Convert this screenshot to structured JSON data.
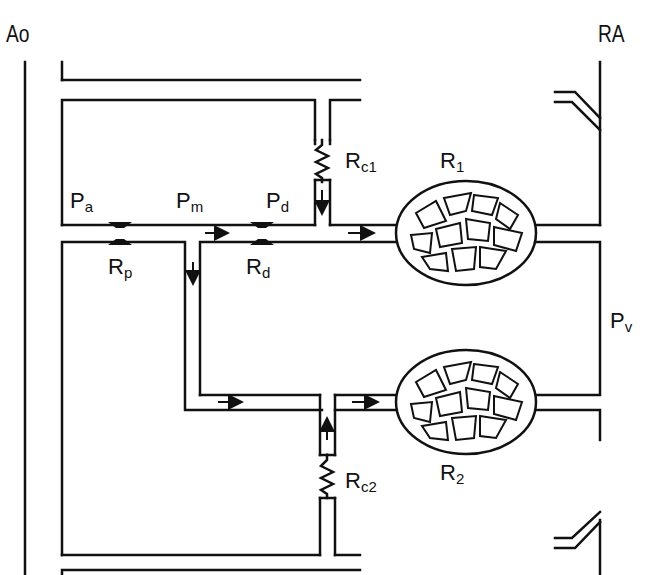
{
  "diagram": {
    "labels": [
      "Ao",
      "RA",
      "Pa",
      "Pm",
      "Pd",
      "Rc1",
      "R1",
      "Rp",
      "Rd",
      "Pv",
      "Rc2",
      "R2"
    ]
  }
}
